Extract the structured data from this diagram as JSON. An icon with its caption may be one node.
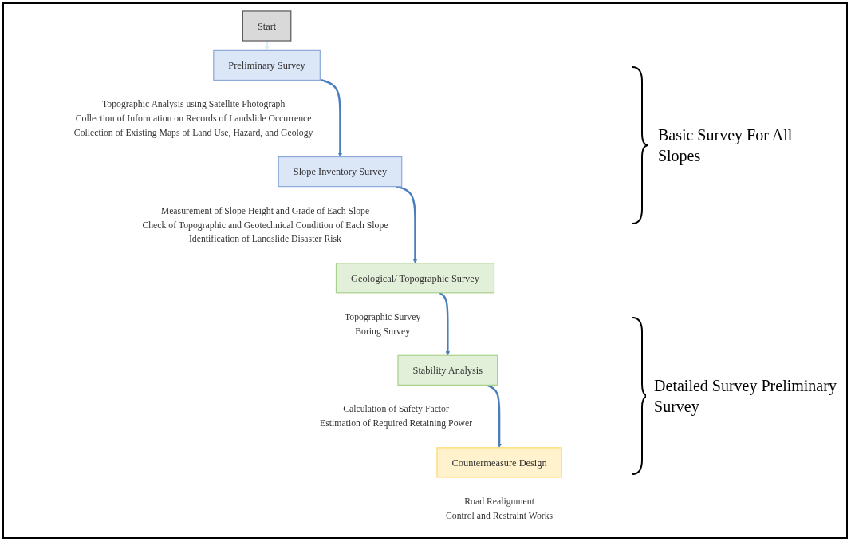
{
  "diagram": {
    "nodes": [
      {
        "text": [
          "Start"
        ]
      },
      {
        "text": [
          "Preliminary Survey"
        ],
        "beside": [
          "Topographic Analysis using Satellite Photograph",
          "Collection of Information on Records of Landslide Occurrence",
          "Collection of Existing Maps of Land Use, Hazard, and Geology"
        ]
      },
      {
        "text": [
          "Slope Inventory Survey"
        ],
        "beside": [
          "Measurement of Slope Height and Grade of Each Slope",
          "Check of Topographic and Geotechnical Condition of Each Slope",
          "Identification of Landslide Disaster Risk"
        ]
      },
      {
        "text": [
          "Geological/ Topographic Survey"
        ],
        "beside": [
          "Topographic Survey",
          "Boring Survey"
        ]
      },
      {
        "text": [
          "Stability Analysis"
        ],
        "beside": [
          "Calculation of Safety Factor",
          "Estimation of Required Retaining Power"
        ]
      },
      {
        "text": [
          "Countermeasure Design"
        ],
        "beside": [
          "Road Realignment",
          "Control and Restraint Works"
        ]
      }
    ],
    "edges": [
      {
        "from": 0,
        "to": 1,
        "arrow": "to",
        "color": "#dbeef4"
      },
      {
        "from": 1,
        "to": 2,
        "arrow": "to"
      },
      {
        "from": 2,
        "to": 3,
        "arrow": "to"
      },
      {
        "from": 3,
        "to": 4,
        "arrow": "to"
      },
      {
        "from": 4,
        "to": 5,
        "arrow": "to"
      }
    ],
    "labels": [
      "Basic Survey For All Slopes",
      "Detailed Survey Preliminary Survey"
    ]
  }
}
